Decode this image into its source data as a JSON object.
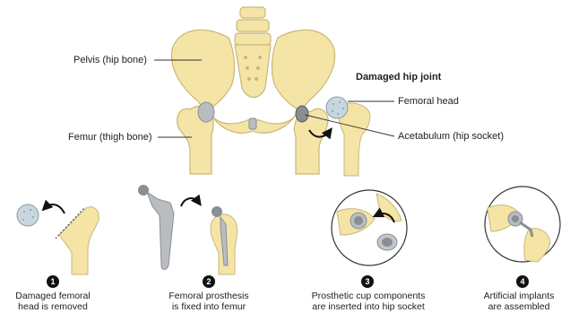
{
  "labels": {
    "pelvis": "Pelvis (hip bone)",
    "femur": "Femur (thigh bone)",
    "damaged_title": "Damaged hip joint",
    "femoral_head": "Femoral head",
    "acetabulum": "Acetabulum (hip socket)"
  },
  "steps": [
    {
      "number": "1",
      "line1": "Damaged femoral",
      "line2": "head is removed"
    },
    {
      "number": "2",
      "line1": "Femoral prosthesis",
      "line2": "is fixed into femur"
    },
    {
      "number": "3",
      "line1": "Prosthetic cup components",
      "line2": "are inserted into hip socket"
    },
    {
      "number": "4",
      "line1": "Artificial implants",
      "line2": "are assembled"
    }
  ],
  "colors": {
    "bone": "#f4e4a6",
    "bone_outline": "#c9b77a",
    "implant": "#b9bcc0",
    "implant_dark": "#8a8e93",
    "damaged_head": "#c8d6e0",
    "arrow": "#111111"
  }
}
